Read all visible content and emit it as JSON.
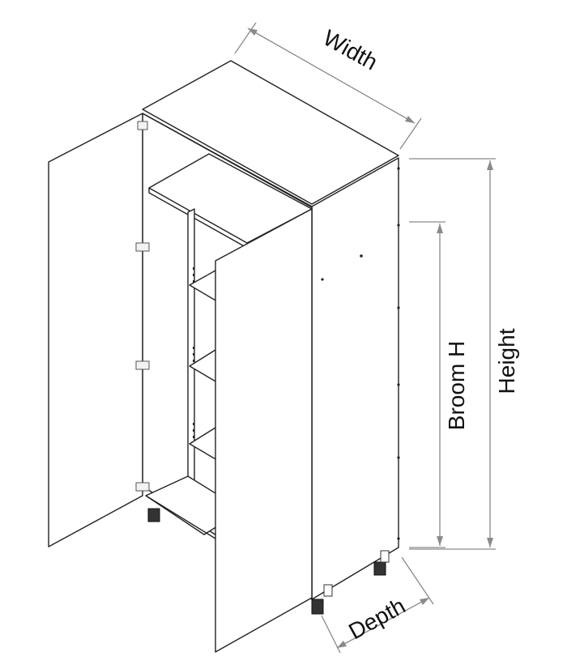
{
  "labels": {
    "width": "Width",
    "height": "Height",
    "broom_height": "Broom H",
    "depth": "Depth"
  },
  "colors": {
    "line": "#222222",
    "dimension": "#8a8a8a",
    "background": "#ffffff"
  }
}
